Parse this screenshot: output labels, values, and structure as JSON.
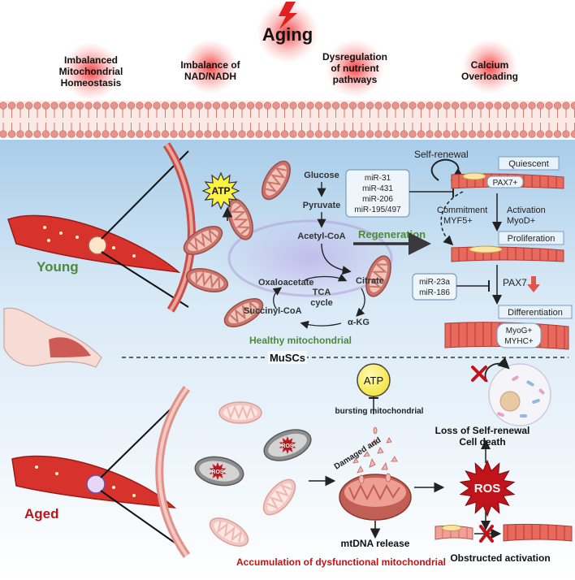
{
  "header": {
    "title": "Aging",
    "factors": [
      {
        "line1": "Imbalanced",
        "line2": "Mitochondrial",
        "line3": "Homeostasis"
      },
      {
        "line1": "Imbalance of",
        "line2": "NAD/NADH",
        "line3": ""
      },
      {
        "line1": "Dysregulation",
        "line2": "of nutrient",
        "line3": "pathways"
      },
      {
        "line1": "Calcium",
        "line2": "Overloading",
        "line3": ""
      }
    ]
  },
  "young": {
    "label": "Young",
    "atp": "ATP",
    "pathway": {
      "glucose": "Glucose",
      "pyruvate": "Pyruvate",
      "acetyl_coa": "Acetyl-CoA",
      "citrate": "Citrate",
      "oxaloacetate": "Oxaloacetate",
      "tca_line1": "TCA",
      "tca_line2": "cycle",
      "succinyl_coa": "Succinyl-CoA",
      "akg": "α-KG"
    },
    "healthy_label": "Healthy mitochondrial",
    "regeneration": "Regeneration",
    "mirna_box1": [
      "miR-31",
      "miR-431",
      "miR-206",
      "miR-195/497"
    ],
    "mirna_box2": [
      "miR-23a",
      "miR-186"
    ],
    "self_renewal": "Self-renewal",
    "stages": {
      "quiescent": "Quiescent",
      "proliferation": "Proliferation",
      "differentiation": "Differentiation"
    },
    "pax7_plus": "PAX7+",
    "pax7": "PAX7",
    "commitment": "Commitment",
    "myf5": "MYF5+",
    "activation": "Activation",
    "myod": "MyoD+",
    "myog": "MyoG+",
    "myhc": "MYHC+"
  },
  "divider_label": "MuSCs",
  "aged": {
    "label": "Aged",
    "atp": "ATP",
    "ros_small": "ROS",
    "damaged_label": "Damaged and bursting mitochondrial",
    "mtdna": "mtDNA release",
    "ros_big": "ROS",
    "loss_line1": "Loss of Self-renewal",
    "loss_line2": "Cell death",
    "obstructed": "Obstructed activation",
    "accumulation": "Accumulation of dysfunctional mitochondrial"
  },
  "colors": {
    "young_green": "#4e8a3a",
    "aged_red": "#c0141a",
    "membrane": "#e7948c",
    "cell_bg": "#cfe4f4",
    "fiber": "#e4574f"
  }
}
